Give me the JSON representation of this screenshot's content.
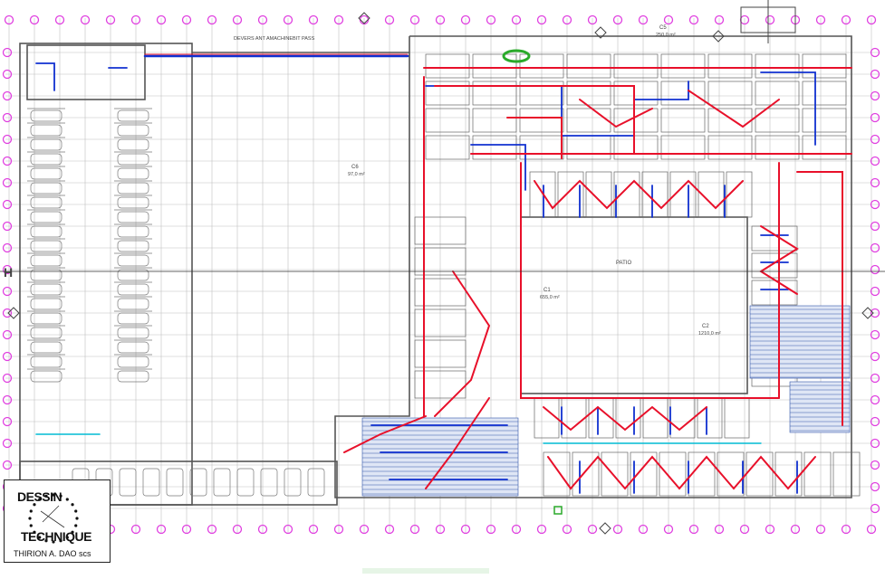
{
  "plan": {
    "title": "DEVERS ANT AMACHINEBIT PASS",
    "rooms": [
      {
        "id": "c1",
        "label": "C1",
        "area": "655,0 m²"
      },
      {
        "id": "c2",
        "label": "C2",
        "area": "1210,0 m²"
      },
      {
        "id": "c5",
        "label": "C5",
        "area": "250,0 m²"
      },
      {
        "id": "c6",
        "label": "C6",
        "area": "97,0 m²"
      },
      {
        "id": "patio",
        "label": "PATIO",
        "area": ""
      }
    ],
    "axis_marker": "H"
  },
  "logo": {
    "line1": "DESSIN",
    "line2": "TECHNIQUE",
    "line3": "THIRION A. DAO scs"
  },
  "colors": {
    "grid_bubble": "#e040e0",
    "heating_red": "#e8102a",
    "cooling_blue": "#1030d0",
    "linework": "#555555",
    "green": "#2aaa2a",
    "cyan": "#00bcd4"
  }
}
